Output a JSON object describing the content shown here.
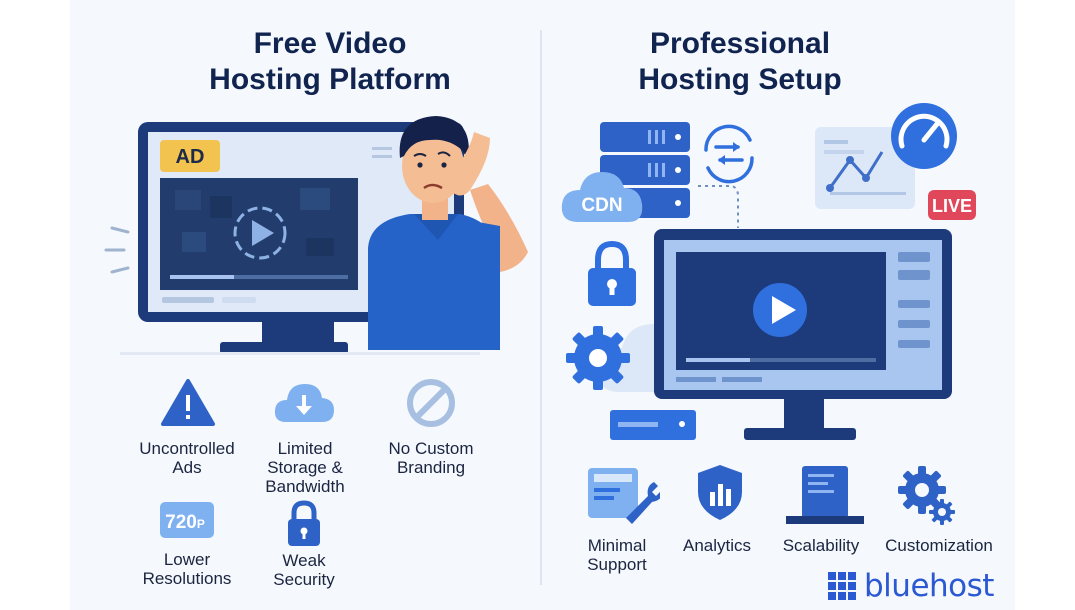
{
  "left_panel": {
    "title_line1": "Free Video",
    "title_line2": "Hosting Platform",
    "ad_badge": "AD",
    "features": [
      {
        "line1": "Uncontrolled",
        "line2": "Ads",
        "line3": "",
        "icon": "warning-icon"
      },
      {
        "line1": "Limited",
        "line2": "Storage &",
        "line3": "Bandwidth",
        "icon": "cloud-download-icon"
      },
      {
        "line1": "No Custom",
        "line2": "Branding",
        "line3": "",
        "icon": "prohibited-icon"
      },
      {
        "line1": "Lower",
        "line2": "Resolutions",
        "line3": "",
        "icon": "resolution-720p-icon",
        "badge": "720p"
      },
      {
        "line1": "Weak",
        "line2": "Security",
        "line3": "",
        "icon": "padlock-icon"
      }
    ]
  },
  "right_panel": {
    "title_line1": "Professional",
    "title_line2": "Hosting Setup",
    "cdn_label": "CDN",
    "live_badge": "LIVE",
    "features": [
      {
        "line1": "Minimal",
        "line2": "Support",
        "icon": "support-tools-icon"
      },
      {
        "line1": "Analytics",
        "line2": "",
        "icon": "analytics-shield-icon"
      },
      {
        "line1": "Scalability",
        "line2": "",
        "icon": "server-stack-icon"
      },
      {
        "line1": "Customization",
        "line2": "",
        "icon": "gears-icon"
      }
    ]
  },
  "brand": {
    "name": "bluehost"
  },
  "colors": {
    "primary_blue": "#2f6fde",
    "navy": "#1d3a7a",
    "light_blue": "#7fb0ef",
    "live_red": "#e0475b",
    "ad_yellow": "#f2c34e"
  }
}
